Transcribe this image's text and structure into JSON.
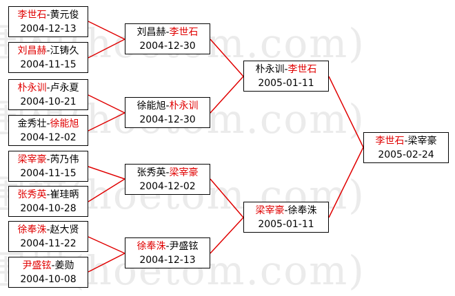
{
  "watermark": "围棋(hoetom.com)",
  "colors": {
    "winner": "#e00000",
    "connector": "#e00000",
    "text": "#000000"
  },
  "rounds": [
    [
      {
        "a": "李世石",
        "b": "黄元俊",
        "winner": "a",
        "date": "2004-12-13"
      },
      {
        "a": "刘昌赫",
        "b": "江铸久",
        "winner": "a",
        "date": "2004-11-15"
      },
      {
        "a": "朴永训",
        "b": "卢永夏",
        "winner": "a",
        "date": "2004-10-21"
      },
      {
        "a": "金秀壮",
        "b": "徐能旭",
        "winner": "b",
        "date": "2004-12-02"
      },
      {
        "a": "梁宰豪",
        "b": "芮乃伟",
        "winner": "a",
        "date": "2004-11-15"
      },
      {
        "a": "张秀英",
        "b": "崔珪昞",
        "winner": "a",
        "date": "2004-10-28"
      },
      {
        "a": "徐奉洙",
        "b": "赵大贤",
        "winner": "a",
        "date": "2004-11-22"
      },
      {
        "a": "尹盛铉",
        "b": "姜勋",
        "winner": "a",
        "date": "2004-10-08"
      }
    ],
    [
      {
        "a": "刘昌赫",
        "b": "李世石",
        "winner": "b",
        "date": "2004-12-30"
      },
      {
        "a": "徐能旭",
        "b": "朴永训",
        "winner": "b",
        "date": "2004-12-30"
      },
      {
        "a": "张秀英",
        "b": "梁宰豪",
        "winner": "b",
        "date": "2004-12-02"
      },
      {
        "a": "徐奉洙",
        "b": "尹盛铉",
        "winner": "a",
        "date": "2004-12-13"
      }
    ],
    [
      {
        "a": "朴永训",
        "b": "李世石",
        "winner": "b",
        "date": "2005-01-11"
      },
      {
        "a": "梁宰豪",
        "b": "徐奉洙",
        "winner": "a",
        "date": "2005-01-11"
      }
    ],
    [
      {
        "a": "李世石",
        "b": "梁宰豪",
        "winner": "a",
        "date": "2005-02-24"
      }
    ]
  ]
}
